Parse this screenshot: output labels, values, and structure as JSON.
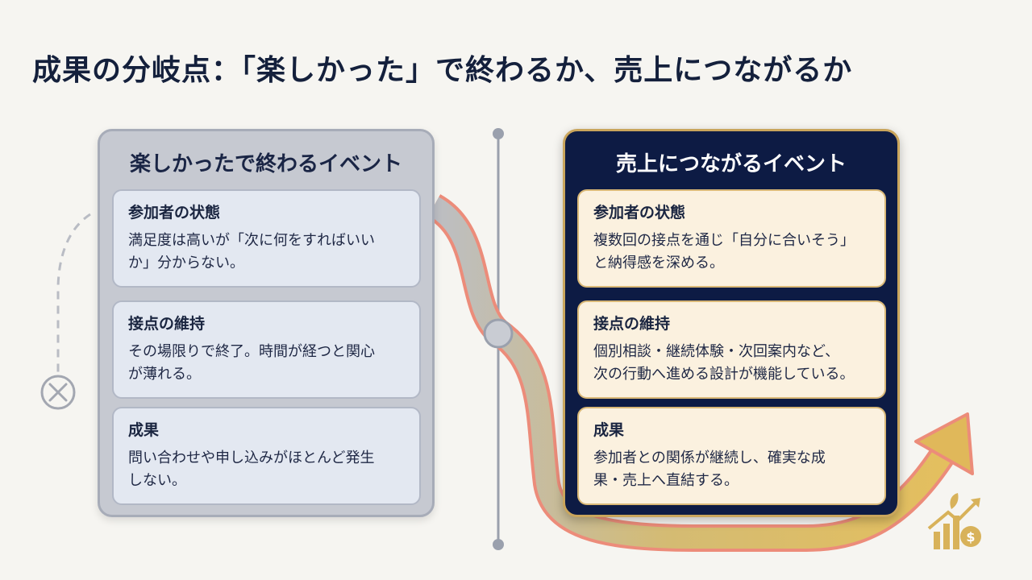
{
  "title": "成果の分岐点：「楽しかった」で終わるか、売上につながるか",
  "left_panel": {
    "title": "楽しかったで終わるイベント",
    "cards": [
      {
        "heading": "参加者の状態",
        "line1": "満足度は高いが「次に何をすればいい",
        "line2": "か」分からない。"
      },
      {
        "heading": "接点の維持",
        "line1": "その場限りで終了。時間が経つと関心",
        "line2": "が薄れる。"
      },
      {
        "heading": "成果",
        "line1": "問い合わせや申し込みがほとんど発生",
        "line2": "しない。"
      }
    ]
  },
  "right_panel": {
    "title": "売上につながるイベント",
    "cards": [
      {
        "heading": "参加者の状態",
        "line1": "複数回の接点を通じ「自分に合いそう」",
        "line2": "と納得感を深める。"
      },
      {
        "heading": "接点の維持",
        "line1": "個別相談・継続体験・次回案内など、",
        "line2": "次の行動へ進める設計が機能している。"
      },
      {
        "heading": "成果",
        "line1": "参加者との関係が継続し、確実な成",
        "line2": "果・売上へ直結する。"
      }
    ]
  },
  "icons": {
    "dead_end": "x-circle-icon",
    "growth": "growth-dollar-icon"
  },
  "colors": {
    "navy": "#0d1b44",
    "gold": "#d8b25a",
    "gray_panel": "#c6c9d1",
    "arrow_outline": "#ec8c7a"
  }
}
